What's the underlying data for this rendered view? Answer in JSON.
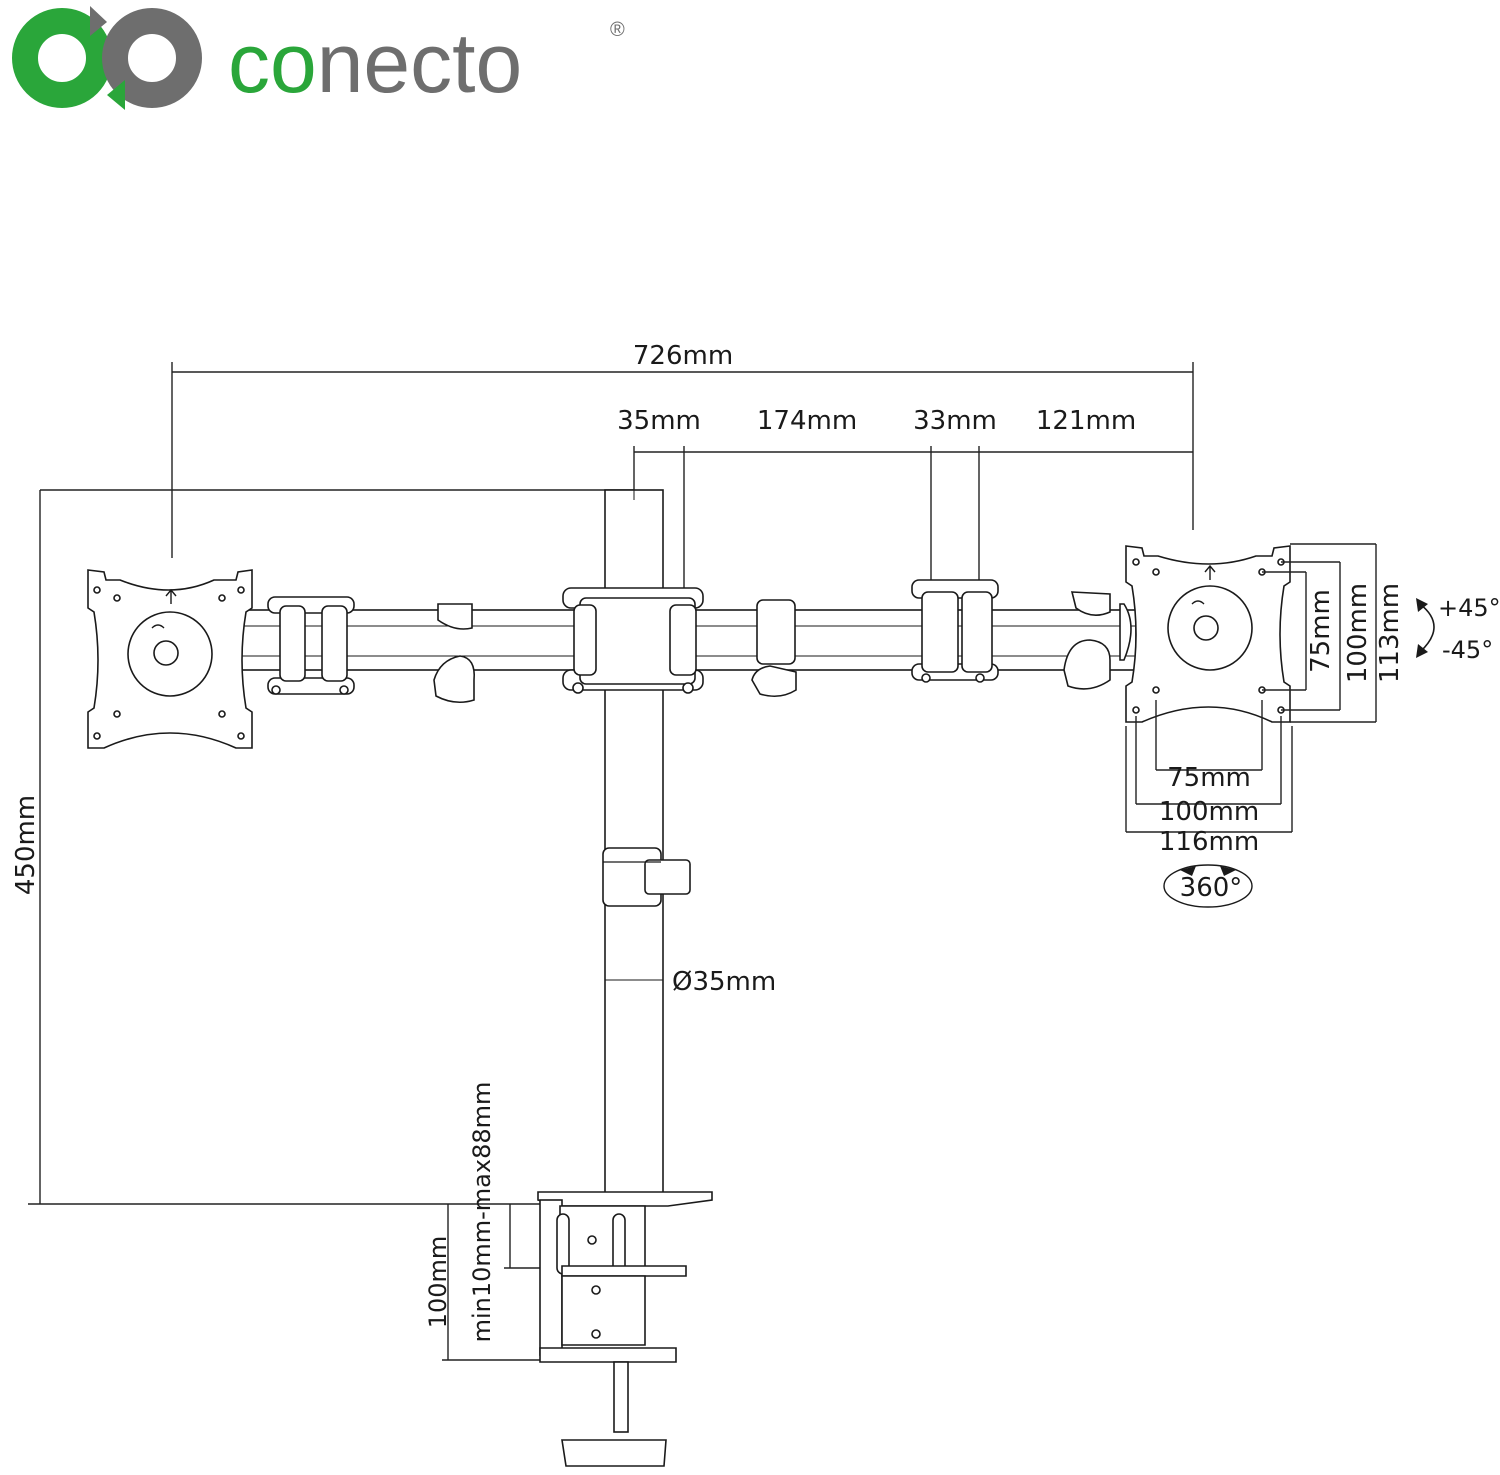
{
  "brand": {
    "name_part1": "co",
    "name_part2": "necto",
    "registered": "®",
    "colors": {
      "green": "#2aa63a",
      "gray": "#6e6e6e"
    }
  },
  "dimensions": {
    "total_width": "726mm",
    "segment_1": "35mm",
    "segment_2": "174mm",
    "segment_3": "33mm",
    "segment_4": "121mm",
    "height": "450mm",
    "pole_diameter": "Ø35mm",
    "clamp_range": "min10mm-max88mm",
    "clamp_depth": "100mm",
    "vesa_v_inner": "75mm",
    "vesa_v_outer": "100mm",
    "plate_height": "113mm",
    "vesa_h_inner": "75mm",
    "vesa_h_outer": "100mm",
    "plate_width": "116mm",
    "tilt_up": "+45°",
    "tilt_down": "-45°",
    "rotation": "360°"
  }
}
